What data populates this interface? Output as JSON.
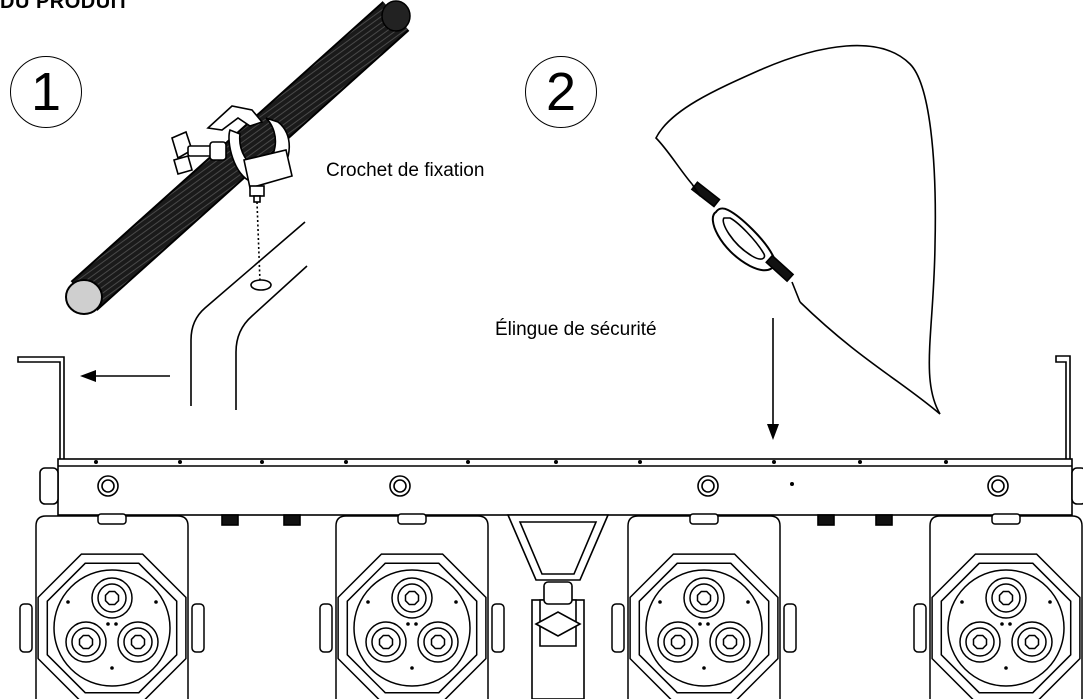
{
  "header": {
    "text": "DU PRODUIT"
  },
  "steps": [
    {
      "number": "1"
    },
    {
      "number": "2"
    }
  ],
  "labels": {
    "clamp": "Crochet de fixation",
    "safety_cable": "Élingue de sécurité"
  },
  "fixture_count": 4,
  "colors": {
    "line": "#000000",
    "pipe": "#111111",
    "background": "#ffffff"
  }
}
